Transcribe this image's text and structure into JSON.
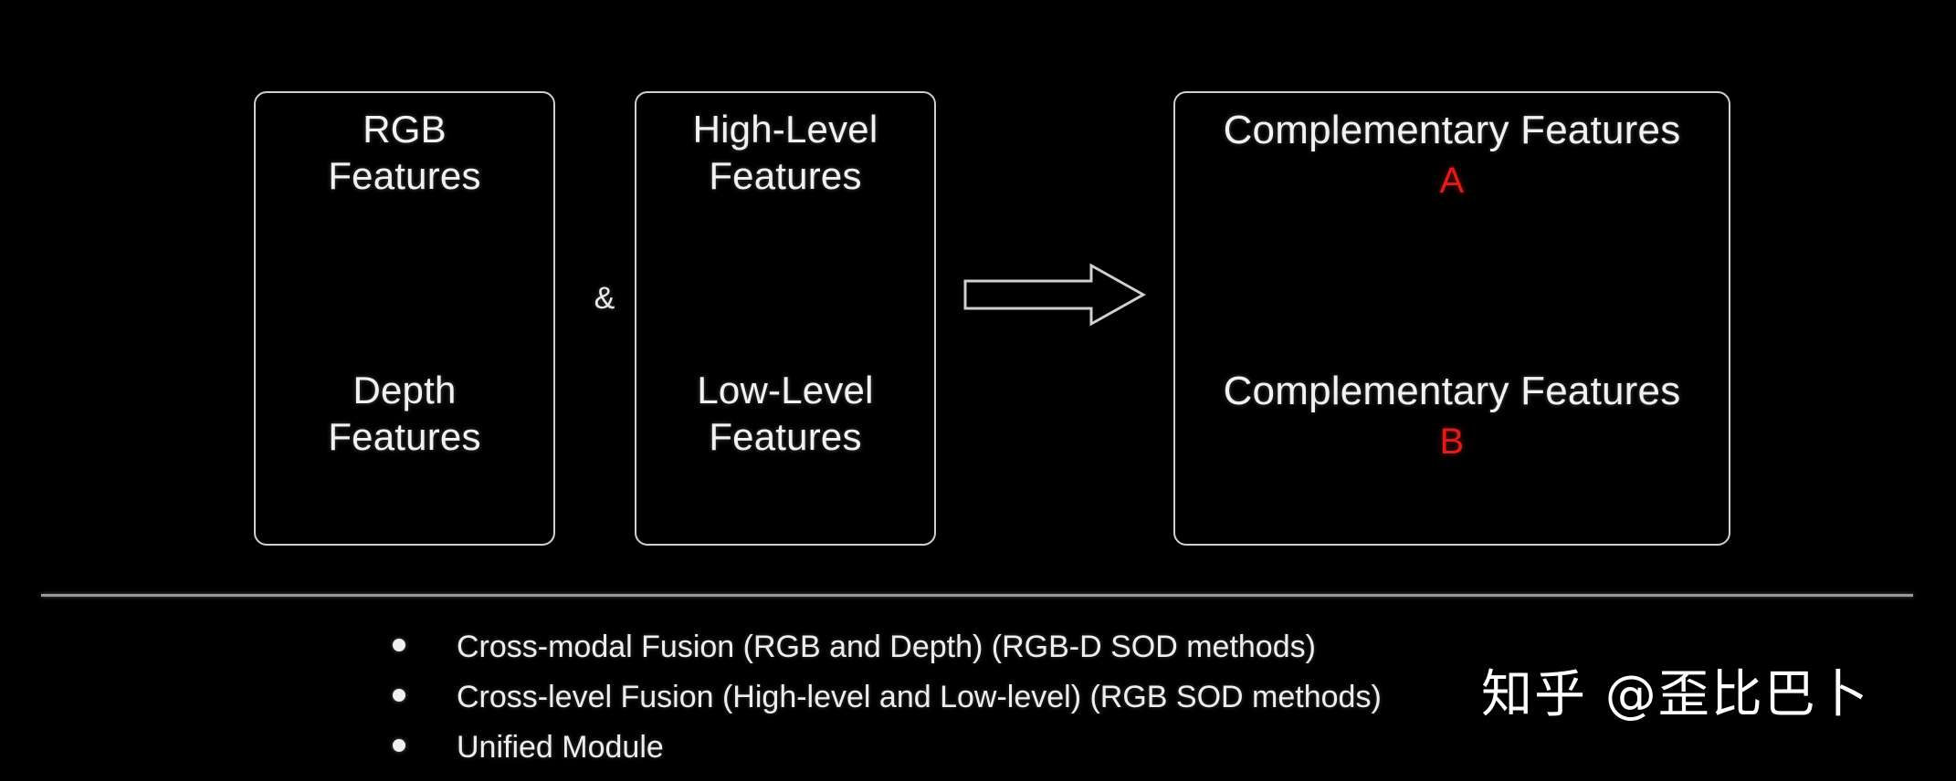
{
  "slide": {
    "background_color": "#000000",
    "accent_red": "#e01b1b",
    "outline_color": "#cfcfcf"
  },
  "diagram": {
    "boxes": [
      {
        "id": "rgb-depth",
        "top_line1": "RGB",
        "top_line2": "Features",
        "bottom_line1": "Depth",
        "bottom_line2": "Features"
      },
      {
        "id": "high-low",
        "top_line1": "High-Level",
        "top_line2": "Features",
        "bottom_line1": "Low-Level",
        "bottom_line2": "Features"
      },
      {
        "id": "complementary",
        "top_line1": "Complementary Features",
        "top_marker": "A",
        "bottom_line1": "Complementary Features",
        "bottom_marker": "B"
      }
    ],
    "connector": "&",
    "arrow": "right-block-arrow"
  },
  "bullets": [
    {
      "text": "Cross-modal Fusion (RGB and Depth) (RGB-D SOD methods)"
    },
    {
      "text": "Cross-level Fusion (High-level and Low-level) (RGB SOD methods)"
    },
    {
      "text": "Unified Module"
    }
  ],
  "watermark": {
    "text": "知乎 @歪比巴卜"
  }
}
